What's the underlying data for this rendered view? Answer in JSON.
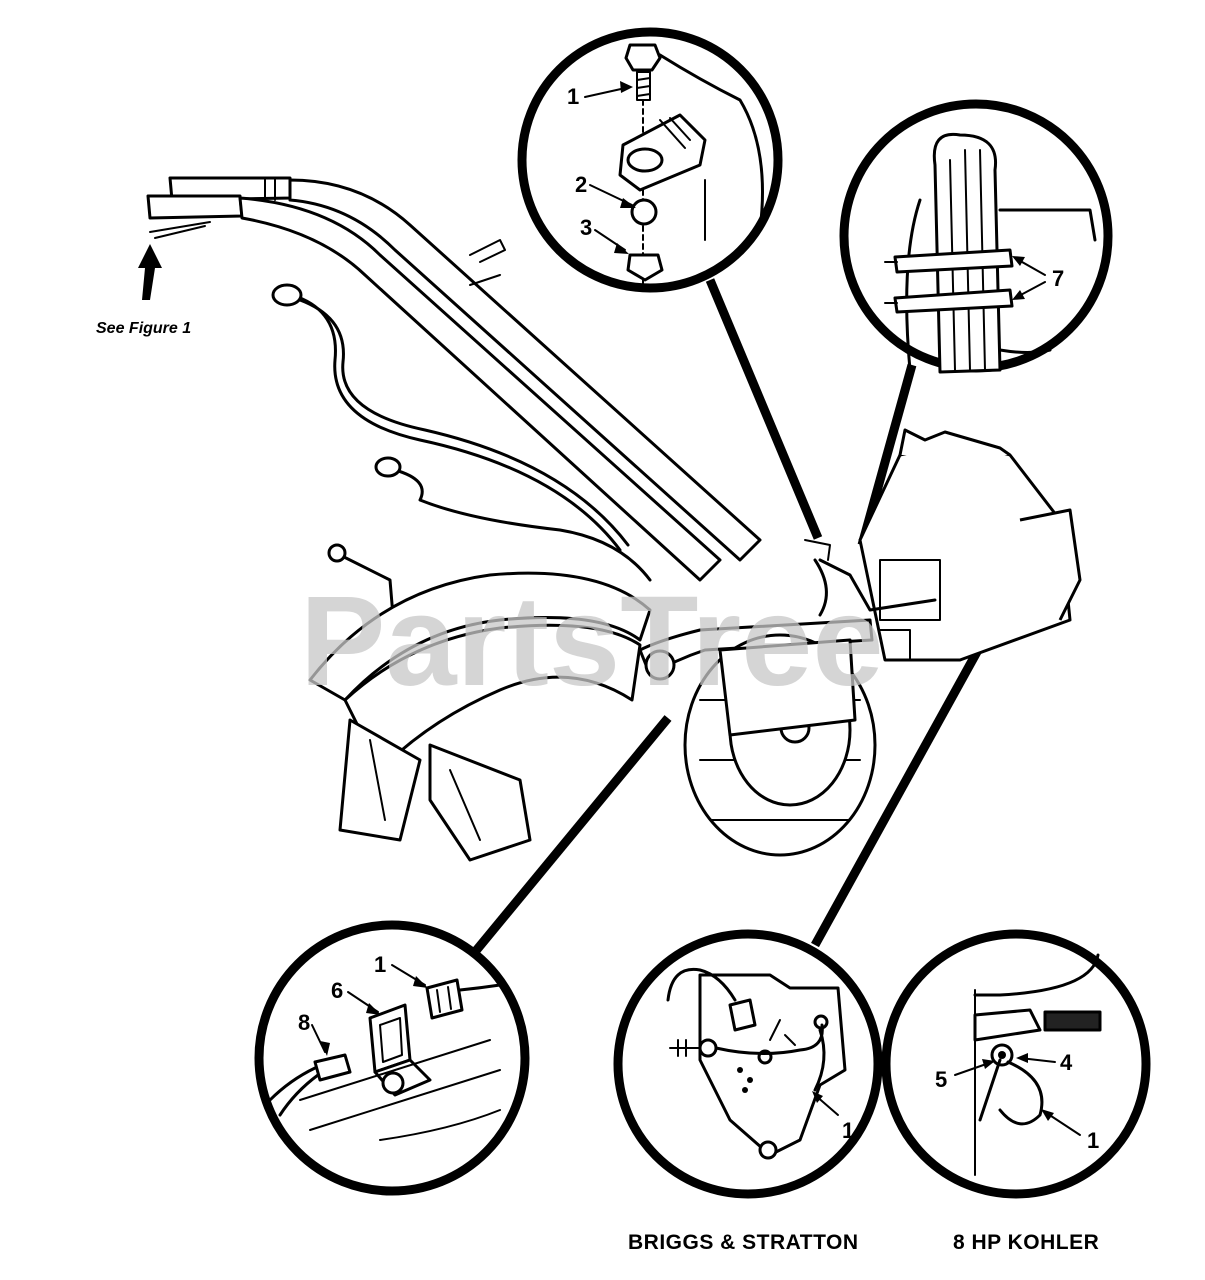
{
  "watermark": "PartsTree",
  "note_text": "See Figure 1",
  "captions": {
    "briggs": "BRIGGS & STRATTON",
    "kohler": "8 HP KOHLER"
  },
  "callouts": {
    "c1_top": "1",
    "c2_top": "2",
    "c3_top": "3",
    "c7": "7",
    "c1_lower_left": "1",
    "c6": "6",
    "c8": "8",
    "c1_briggs": "1",
    "c5": "5",
    "c4": "4",
    "c1_kohler": "1"
  }
}
